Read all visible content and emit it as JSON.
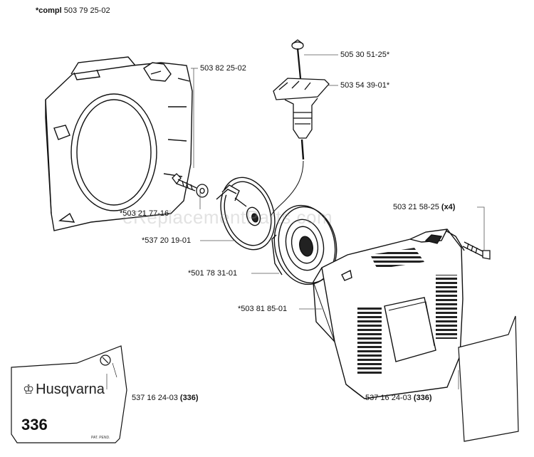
{
  "header": {
    "prefix": "*compl",
    "number": "503 79 25-02"
  },
  "watermark": "eReplacementParts.com",
  "parts": {
    "p1": {
      "number": "505 30 51-25*"
    },
    "p2": {
      "number": "503 54 39-01*"
    },
    "p3": {
      "number": "503 82 25-02"
    },
    "p4": {
      "number": "*503 21 77-16"
    },
    "p5": {
      "number": "503 21 58-25",
      "qty": "(x4)"
    },
    "p6": {
      "number": "*537 20 19-01"
    },
    "p7": {
      "number": "*501 78 31-01"
    },
    "p8": {
      "number": "*503 81 85-01"
    },
    "p9": {
      "number": "537 16 24-03",
      "qty": "(336)"
    },
    "p10": {
      "number": "537 16 24-03",
      "qty": "(336)"
    }
  },
  "decal": {
    "brand": "Husqvarna",
    "model": "336",
    "fine_print": "PAT. PEND."
  },
  "colors": {
    "line": "#111111",
    "leader": "#555555",
    "shade": "#222222"
  }
}
